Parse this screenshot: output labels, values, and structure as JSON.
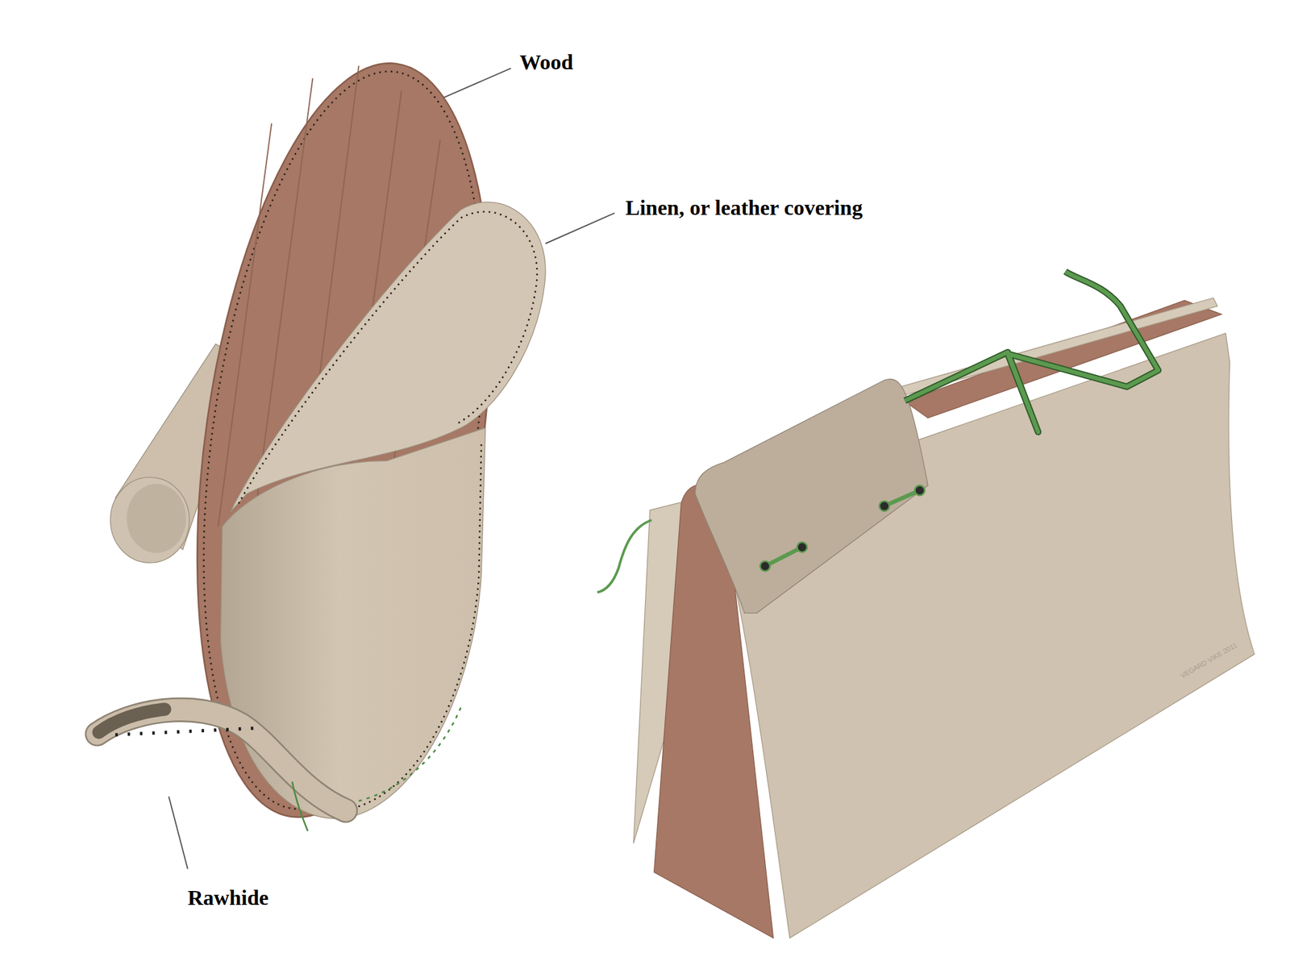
{
  "diagram": {
    "labels": [
      "Wood",
      "Linen, or leather covering",
      "Rawhide",
      "VEGARD VIKE 2011"
    ]
  }
}
